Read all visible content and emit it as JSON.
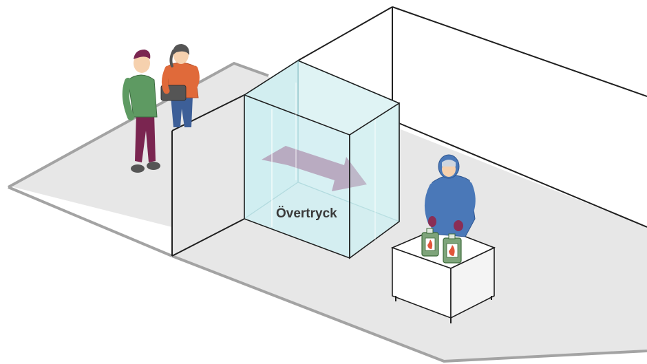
{
  "diagram": {
    "pressure_label": "Övertryck",
    "colors": {
      "floor": "#e7e7e7",
      "floor_edge": "#a3a3a3",
      "wall_line": "#1f1f1f",
      "glass": "#d6f0f2",
      "arrow": "#9c5a85",
      "bottle": "#7ea47a",
      "flame": "#e2553a",
      "coverall": "#4a78b8",
      "glove": "#8a2e55",
      "green_shirt": "#5e9a62",
      "orange_shirt": "#e06a3a",
      "pants_dark": "#7a2550",
      "jeans": "#3d5f98",
      "skin": "#f6d1ae"
    },
    "figures": [
      "visitor-man",
      "visitor-woman-with-tablet",
      "worker-in-protective-suit"
    ],
    "objects": [
      "clean-room-box",
      "pressure-arrow",
      "work-table",
      "bottle-left",
      "bottle-right"
    ]
  }
}
